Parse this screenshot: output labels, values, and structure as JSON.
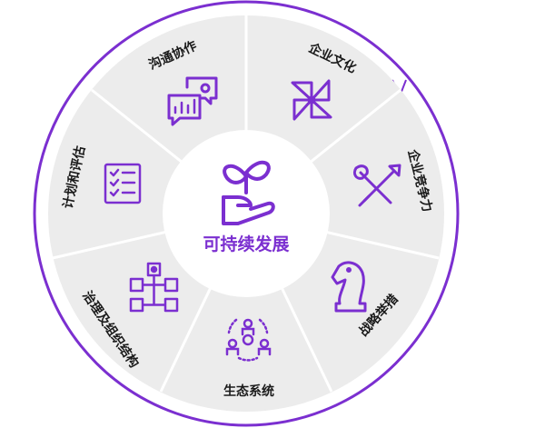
{
  "center": {
    "label": "可持续发展",
    "icon": "plant-hand-icon"
  },
  "segments": [
    {
      "label": "企业文化",
      "icon": "pinwheel-icon"
    },
    {
      "label": "企业竞争力",
      "icon": "wrench-screwdriver-icon"
    },
    {
      "label": "战略举措",
      "icon": "chess-knight-icon"
    },
    {
      "label": "生态系统",
      "icon": "ecosystem-people-icon"
    },
    {
      "label": "治理及组织结构",
      "icon": "org-chart-icon"
    },
    {
      "label": "计划和评估",
      "icon": "checklist-icon"
    },
    {
      "label": "沟通协作",
      "icon": "chat-bubbles-icon"
    }
  ],
  "colors": {
    "accent": "#7b2fd0",
    "ring": "#6a2fc4",
    "segment_fill": "#ececec",
    "center_fill": "#ffffff",
    "text": "#1a1a1a",
    "divider": "#ffffff"
  }
}
